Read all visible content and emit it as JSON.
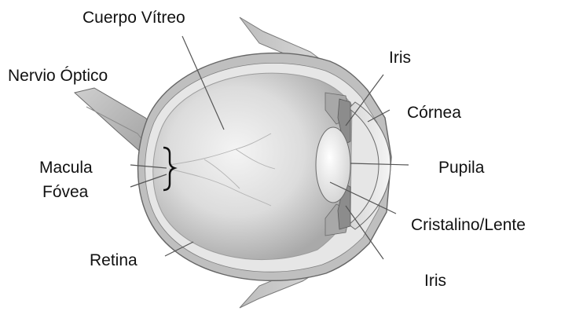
{
  "labels": {
    "vitreous": "Cuerpo Vítreo",
    "optic_nerve": "Nervio Óptico",
    "iris_top": "Iris",
    "cornea": "Córnea",
    "macula": "Macula",
    "fovea": "Fóvea",
    "pupil": "Pupila",
    "lens": "Cristalino/Lente",
    "retina": "Retina",
    "iris_bottom": "Iris"
  },
  "colors": {
    "background": "#ffffff",
    "label_text": "#111111",
    "leader_line": "#555555",
    "outline": "#6a6a6a"
  }
}
